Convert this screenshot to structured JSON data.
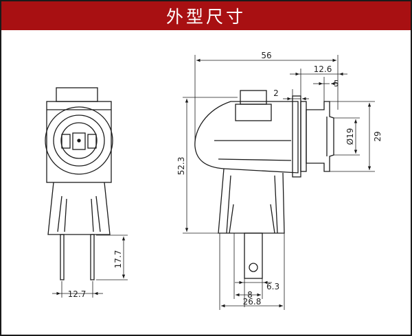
{
  "header": {
    "title": "外型尺寸",
    "bar_color": "#a81012"
  },
  "dimensions": {
    "front_pin_spacing": "12.7",
    "pin_length": "17.7",
    "overall_depth": "56",
    "rear_section": "12.6",
    "flange": "5",
    "collar_step": "2",
    "inner_diameter": "Ø19",
    "outer_height": "29",
    "overall_height": "52.3",
    "pin_width": "6.3",
    "pin_offset": "8",
    "base_width": "26.8"
  },
  "colors": {
    "line": "#1a1a1a",
    "border": "#1a1a1a"
  }
}
